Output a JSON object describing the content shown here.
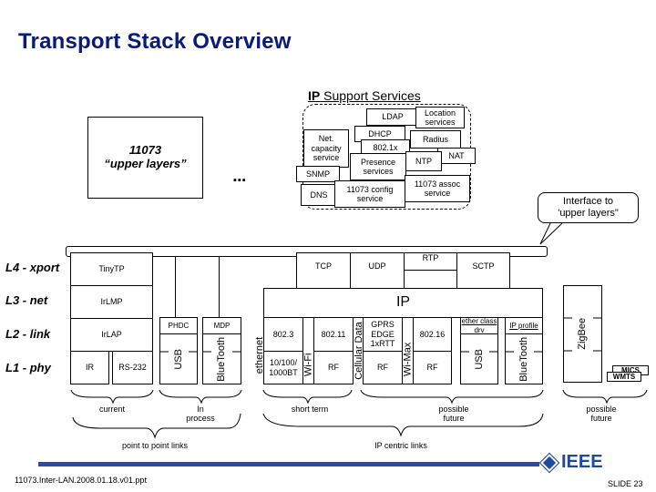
{
  "title": "Transport Stack Overview",
  "ip_support": {
    "heading_bold": "IP",
    "heading_rest": " Support Services",
    "services": {
      "ldap": "LDAP",
      "location": "Location services",
      "dhcp": "DHCP",
      "dot1x": "802.1x",
      "radius": "Radius",
      "net_capacity": "Net. capacity service",
      "nat": "NAT",
      "ntp": "NTP",
      "presence": "Presence services",
      "snmp": "SNMP",
      "assoc": "11073 assoc service",
      "dns": "DNS",
      "config": "11073 config service"
    }
  },
  "upper_layers": {
    "line1": "11073",
    "line2": "“upper layers”",
    "ellipsis": "▪▪▪"
  },
  "callout": {
    "line1": "Interface to",
    "line2": "'upper layers\""
  },
  "layers": [
    {
      "label": "L4 - xport"
    },
    {
      "label": "L3 - net"
    },
    {
      "label": "L2 - link"
    },
    {
      "label": "L1 - phy"
    }
  ],
  "stack": {
    "tinytp": "TinyTP",
    "irlmp": "IrLMP",
    "irlap": "IrLAP",
    "ir": "IR",
    "rs232": "RS-232",
    "phdc": "PHDC",
    "usb1": "USB",
    "mdp": "MDP",
    "bt1": "BlueTooth",
    "tcp": "TCP",
    "udp": "UDP",
    "rtp": "RTP",
    "sctp": "SCTP",
    "ip": "IP",
    "ethernet": "ethernet",
    "e8023": "802.3",
    "e10": "10/100/ 1000BT",
    "wifi": "Wi-Fi",
    "w80211": "802.11",
    "wrf": "RF",
    "cellular": "Cellular Data",
    "gprs": "GPRS EDGE 1xRTT",
    "crf": "RF",
    "wimax": "Wi-Max",
    "m80216": "802.16",
    "mrf": "RF",
    "ether_class": "ether class drv",
    "usb2": "USB",
    "ip_profile": "IP profile",
    "bt2": "BlueTooth",
    "zigbee": "ZigBee",
    "mics": "MICS",
    "wmts": "WMTS"
  },
  "groups": {
    "current": "current",
    "in_process": "In process",
    "short_term": "short term",
    "possible_future1": "possible future",
    "possible_future2": "possible future",
    "p2p": "point to point links",
    "ip_centric": "IP centric links"
  },
  "footer": {
    "filename": "11073.Inter-LAN.2008.01.18.v01.ppt",
    "slide": "SLIDE 23",
    "logo_text": "IEEE",
    "bar_color": "#2a49a8"
  }
}
